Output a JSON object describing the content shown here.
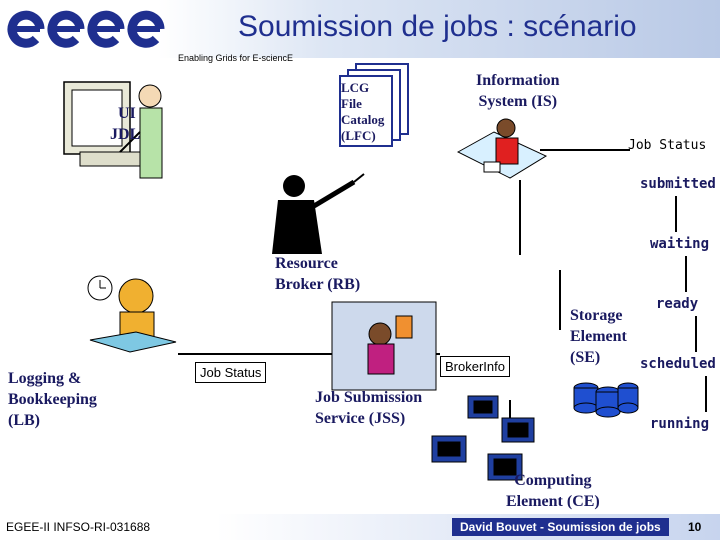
{
  "header": {
    "title": "Soumission de jobs : scénario",
    "logo_text": "egee",
    "tagline": "Enabling Grids for E-sciencE"
  },
  "nodes": {
    "ui_jdl": {
      "line1": "UI",
      "line2": "JDL"
    },
    "lfc": {
      "line1": "LCG",
      "line2": "File",
      "line3": "Catalog",
      "line4": "(LFC)"
    },
    "is": {
      "line1": "Information",
      "line2": "System (IS)"
    },
    "rb": {
      "line1": "Resource",
      "line2": "Broker (RB)"
    },
    "lb": {
      "line1": "Logging &",
      "line2": "Bookkeeping",
      "line3": "(LB)"
    },
    "jss": {
      "line1": "Job Submission",
      "line2": "Service (JSS)"
    },
    "se": {
      "line1": "Storage",
      "line2": "Element",
      "line3": "(SE)"
    },
    "ce": {
      "line1": "Computing",
      "line2": "Element (CE)"
    },
    "broker_info": "BrokerInfo",
    "job_status_left": "Job Status",
    "job_status_top": "Job Status"
  },
  "statuses": [
    "submitted",
    "waiting",
    "ready",
    "scheduled",
    "running"
  ],
  "colors": {
    "accent_blue": "#1f2f8f",
    "status_text": "#1a1a60",
    "label_text": "#1a1a60"
  },
  "footer": {
    "left": "EGEE-II INFSO-RI-031688",
    "center": "David Bouvet - Soumission de jobs",
    "page": "10"
  }
}
